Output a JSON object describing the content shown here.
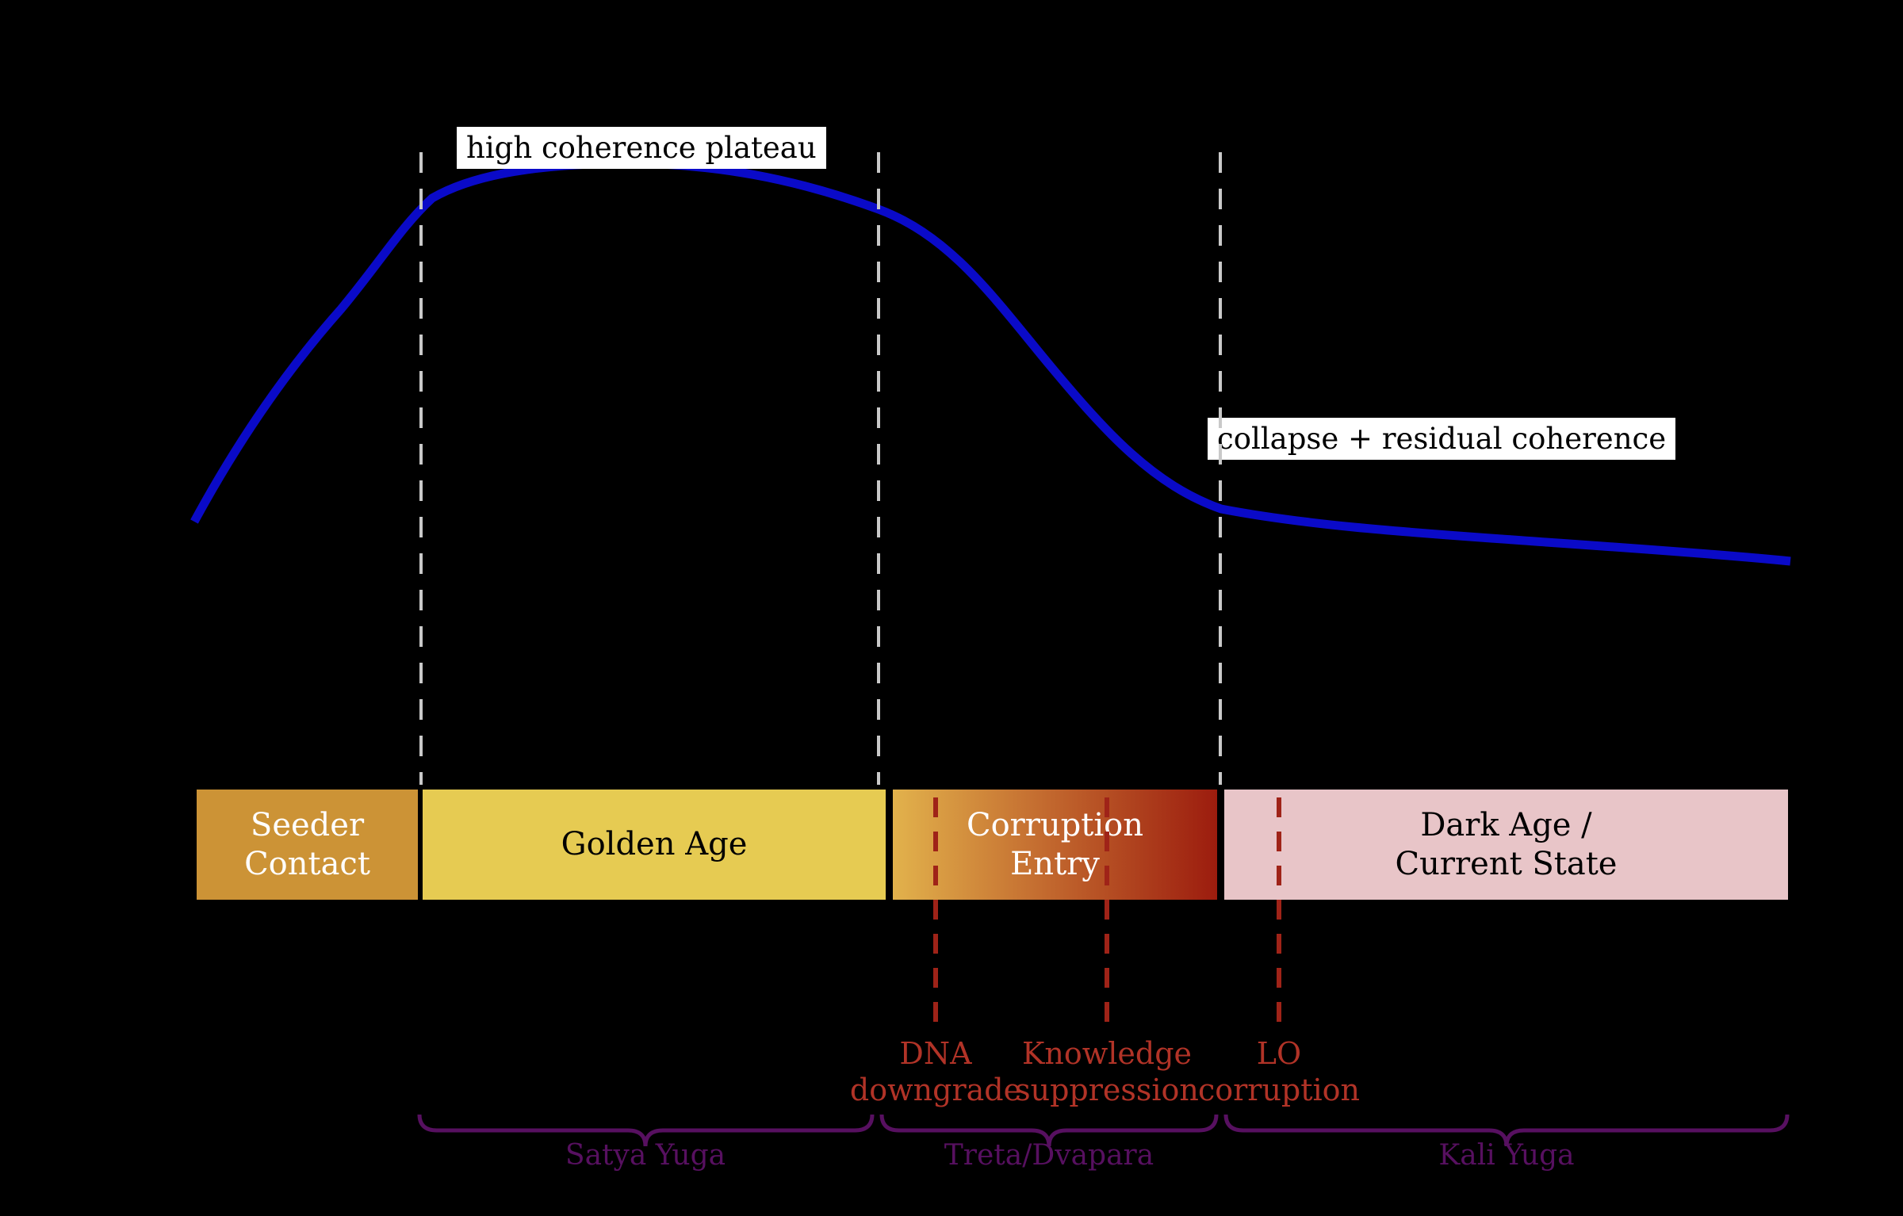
{
  "figure": {
    "background": "#000000",
    "curve": {
      "name": "coherence-curve",
      "color": "#0a0ac8",
      "description": "rises steeply to a high plateau, sigmoid collapse, long shallow residual tail"
    },
    "annotations": {
      "plateau": "high coherence plateau",
      "collapse": "collapse + residual coherence"
    },
    "bands": [
      {
        "id": "seeder-contact",
        "lines": [
          "Seeder",
          "Contact"
        ],
        "fill": "#cc9336",
        "text_color": "#ffffff"
      },
      {
        "id": "golden-age",
        "lines": [
          "Golden Age"
        ],
        "fill": "#e6cb52",
        "text_color": "#000000"
      },
      {
        "id": "corruption-entry",
        "lines": [
          "Corruption",
          "Entry"
        ],
        "fill_gradient": [
          "#e2b24c",
          "#9c1c0e"
        ],
        "text_color": "#ffffff"
      },
      {
        "id": "dark-age",
        "lines": [
          "Dark Age /",
          "Current State"
        ],
        "fill": "#e8c5c8",
        "text_color": "#000000"
      }
    ],
    "events": [
      {
        "id": "dna-downgrade",
        "lines": [
          "DNA",
          "downgrade"
        ]
      },
      {
        "id": "knowledge-suppression",
        "lines": [
          "Knowledge",
          "suppression"
        ]
      },
      {
        "id": "lo-corruption",
        "lines": [
          "LO",
          "corruption"
        ]
      }
    ],
    "eras": [
      {
        "id": "satya-yuga",
        "label": "Satya Yuga"
      },
      {
        "id": "treta-dvapara",
        "label": "Treta/Dvapara"
      },
      {
        "id": "kali-yuga",
        "label": "Kali Yuga"
      }
    ],
    "colors": {
      "guide_dash": "#c9c9c9",
      "event_dash": "#9f2318",
      "event_text": "#b13327",
      "era_purple": "#571060",
      "annotation_bg": "#ffffff",
      "annotation_text": "#000000",
      "band_border": "#000000"
    }
  }
}
